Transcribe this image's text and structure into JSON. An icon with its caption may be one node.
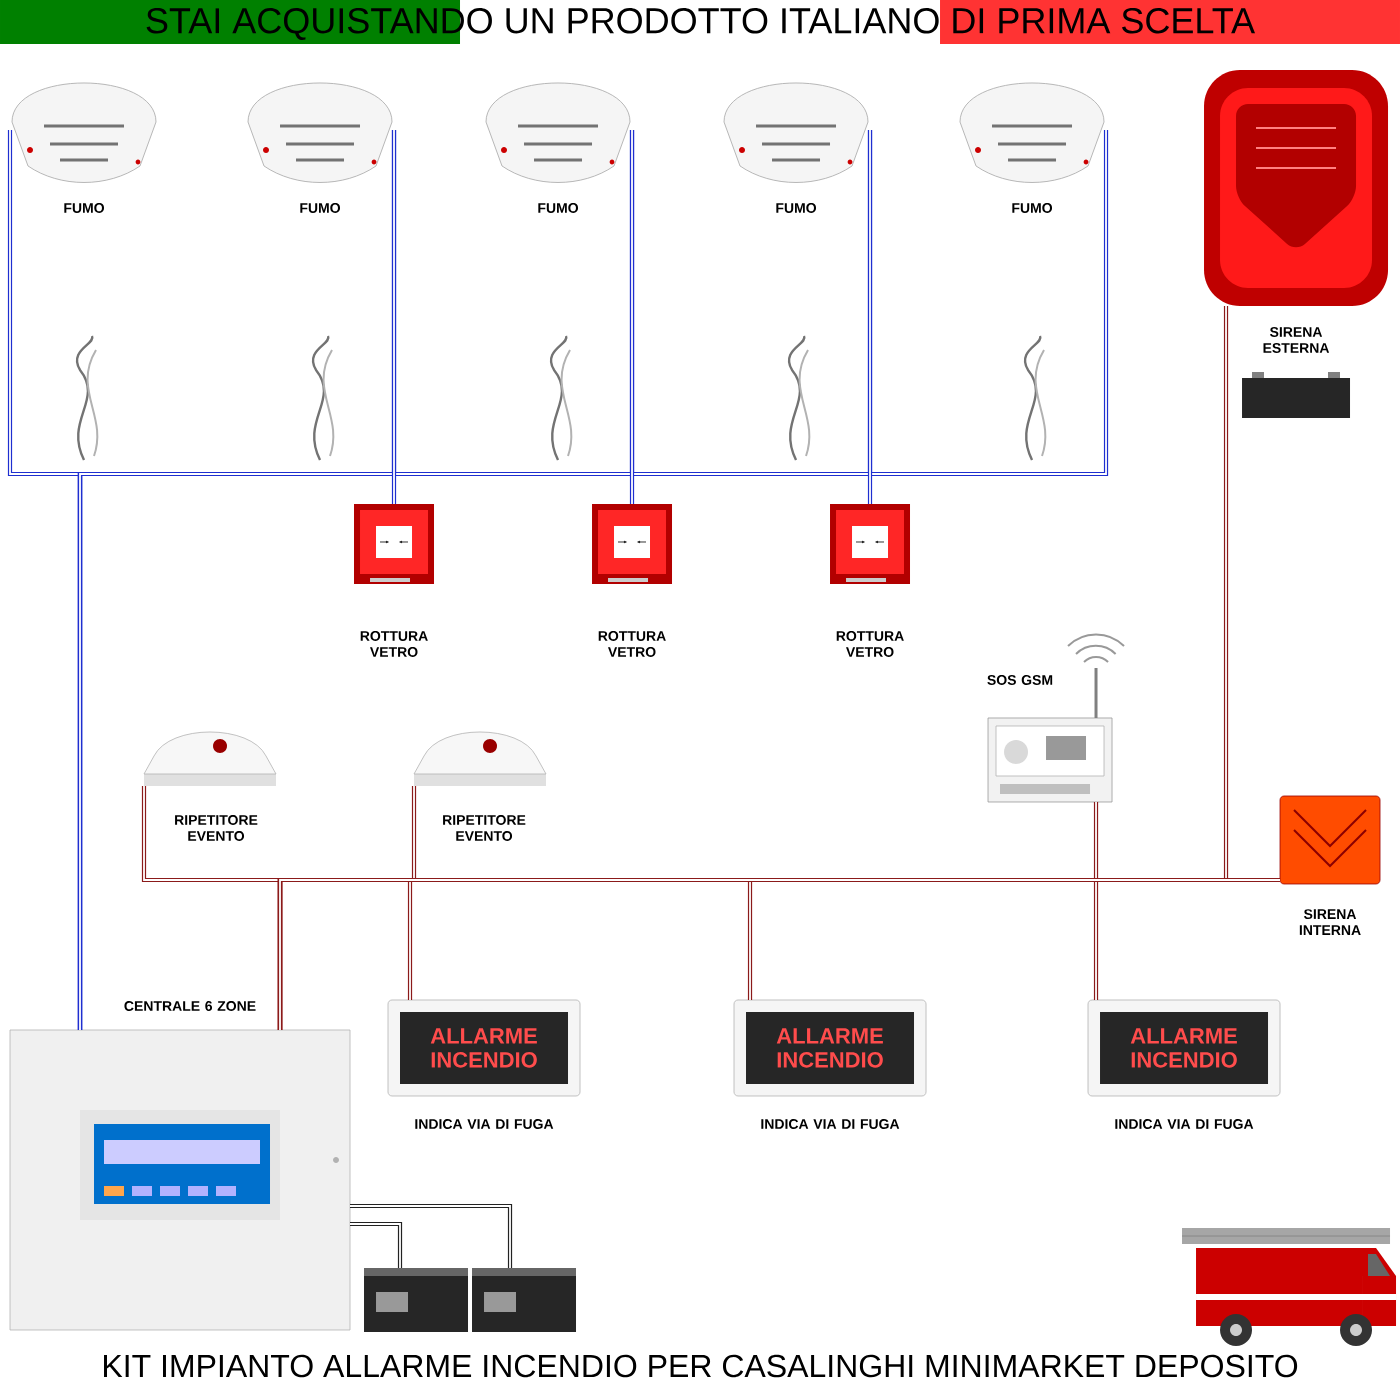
{
  "diagram": {
    "title": "STAI ACQUISTANDO UN PRODOTTO ITALIANO DI PRIMA SCELTA",
    "caption": "KIT IMPIANTO ALLARME INCENDIO PER CASALINGHI MINIMARKET DEPOSITO",
    "nodes": [
      {
        "text": [
          "FUMO"
        ]
      },
      {
        "text": [
          "FUMO"
        ]
      },
      {
        "text": [
          "FUMO"
        ]
      },
      {
        "text": [
          "FUMO"
        ]
      },
      {
        "text": [
          "FUMO"
        ]
      },
      {
        "text": [
          "SIRENA ESTERNA"
        ]
      },
      {
        "text": [
          "ROTTURA VETRO"
        ]
      },
      {
        "text": [
          "ROTTURA VETRO"
        ]
      },
      {
        "text": [
          "ROTTURA VETRO"
        ]
      },
      {
        "text": [
          "SOS GSM"
        ]
      },
      {
        "text": [
          "RIPETITORE EVENTO"
        ]
      },
      {
        "text": [
          "RIPETITORE EVENTO"
        ]
      },
      {
        "text": [
          "SIRENA INTERNA"
        ]
      },
      {
        "text": [
          "CENTRALE 6 ZONE"
        ]
      },
      {
        "text": [
          "ALLARME INCENDIO",
          "INDICA VIA DI FUGA"
        ]
      },
      {
        "text": [
          "ALLARME INCENDIO",
          "INDICA VIA DI FUGA"
        ]
      },
      {
        "text": [
          "ALLARME INCENDIO",
          "INDICA VIA DI FUGA"
        ]
      },
      {
        "text": [],
        "shape": "box"
      },
      {
        "text": [],
        "shape": "box"
      }
    ],
    "edges": [
      {
        "from": 13,
        "to": 0,
        "arrow": "none",
        "color": "#1f2fd0"
      },
      {
        "from": 13,
        "to": 1,
        "arrow": "none",
        "color": "#1f2fd0"
      },
      {
        "from": 13,
        "to": 2,
        "arrow": "none",
        "color": "#1f2fd0"
      },
      {
        "from": 13,
        "to": 3,
        "arrow": "none",
        "color": "#1f2fd0"
      },
      {
        "from": 13,
        "to": 4,
        "arrow": "none",
        "color": "#1f2fd0"
      },
      {
        "from": 1,
        "to": 6,
        "arrow": "none",
        "color": "#1f2fd0"
      },
      {
        "from": 2,
        "to": 7,
        "arrow": "none",
        "color": "#1f2fd0"
      },
      {
        "from": 3,
        "to": 8,
        "arrow": "none",
        "color": "#1f2fd0"
      },
      {
        "from": 13,
        "to": 10,
        "arrow": "none",
        "color": "#8b1a1a"
      },
      {
        "from": 13,
        "to": 11,
        "arrow": "none",
        "color": "#8b1a1a"
      },
      {
        "from": 13,
        "to": 14,
        "arrow": "none",
        "color": "#8b1a1a"
      },
      {
        "from": 13,
        "to": 15,
        "arrow": "none",
        "color": "#8b1a1a"
      },
      {
        "from": 13,
        "to": 9,
        "arrow": "none",
        "color": "#8b1a1a"
      },
      {
        "from": 13,
        "to": 16,
        "arrow": "none",
        "color": "#8b1a1a"
      },
      {
        "from": 13,
        "to": 5,
        "arrow": "none",
        "color": "#8b1a1a"
      },
      {
        "from": 13,
        "to": 12,
        "arrow": "none",
        "color": "#8b1a1a"
      },
      {
        "from": 13,
        "to": 17,
        "arrow": "none",
        "color": "#222222"
      },
      {
        "from": 13,
        "to": 18,
        "arrow": "none",
        "color": "#222222"
      }
    ]
  }
}
